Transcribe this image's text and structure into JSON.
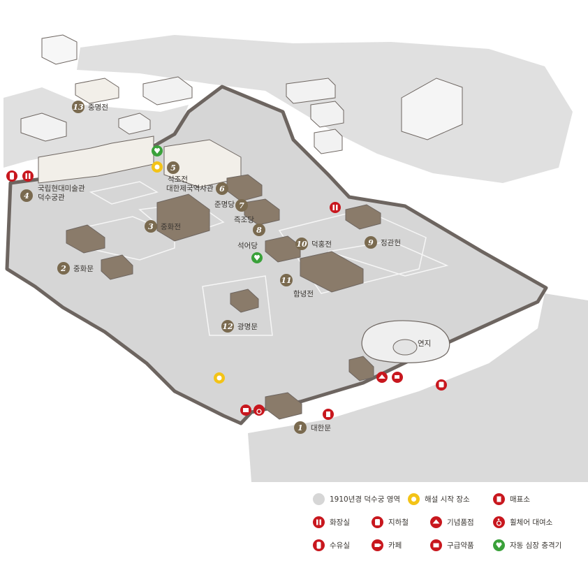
{
  "colors": {
    "area": "#d6d6d6",
    "wall": "#6d6560",
    "marker": "#7a6a4f",
    "icon_red": "#c8171e",
    "icon_gold": "#f3c317",
    "icon_green": "#3aa13a"
  },
  "places": [
    {
      "num": "1",
      "name": "대한문"
    },
    {
      "num": "2",
      "name": "중화문"
    },
    {
      "num": "3",
      "name": "중화전"
    },
    {
      "num": "4",
      "name": "국립현대미술관\n덕수궁관"
    },
    {
      "num": "5",
      "name": "석조전\n대한제국역사관"
    },
    {
      "num": "6",
      "name": "준명당"
    },
    {
      "num": "7",
      "name": "즉조당"
    },
    {
      "num": "8",
      "name": "석어당"
    },
    {
      "num": "9",
      "name": "정관헌"
    },
    {
      "num": "10",
      "name": "덕홍전"
    },
    {
      "num": "11",
      "name": "함녕전"
    },
    {
      "num": "12",
      "name": "광명문"
    },
    {
      "num": "13",
      "name": "중명전"
    }
  ],
  "pond_label": "연지",
  "legend": [
    {
      "icon": "palace-area-swatch",
      "label": "1910년경 덕수궁 영역"
    },
    {
      "icon": "guide-start-icon",
      "label": "해설 시작 장소"
    },
    {
      "icon": "ticket-office-icon",
      "label": "매표소"
    },
    {
      "icon": "restroom-icon",
      "label": "화장실"
    },
    {
      "icon": "subway-icon",
      "label": "지하철"
    },
    {
      "icon": "souvenir-shop-icon",
      "label": "기념품점"
    },
    {
      "icon": "wheelchair-icon",
      "label": "휠체어 대여소"
    },
    {
      "icon": "nursing-room-icon",
      "label": "수유실"
    },
    {
      "icon": "cafe-icon",
      "label": "카페"
    },
    {
      "icon": "first-aid-icon",
      "label": "구급약품"
    },
    {
      "icon": "aed-icon",
      "label": "자동 심장 충격기"
    }
  ]
}
